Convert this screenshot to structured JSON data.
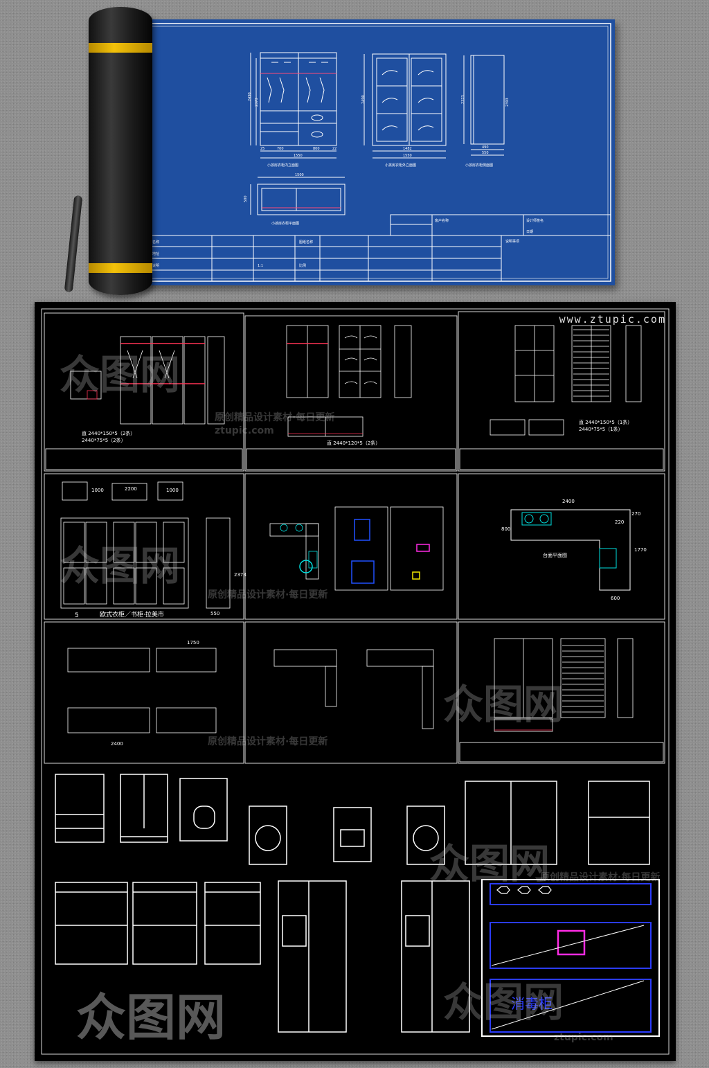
{
  "scroll": {
    "sheet_color": "#1f4fa0",
    "line_color": "#ffffff",
    "drawing_titles": [
      "小孩房衣柜内立面图",
      "小孩房衣柜外立面图",
      "小孩房衣柜侧面图",
      "小孩房衣柜平面图"
    ],
    "dims": {
      "height_outer": "2490",
      "height_inner": "2373",
      "width_total": "1550",
      "width_left": "700",
      "width_right": "800",
      "side_a": "25",
      "side_b": "22",
      "door_width": "1482",
      "door_total": "1550",
      "side_height": "2373",
      "side_height_inner": "2393",
      "side_width": "490",
      "side_width_inner": "550",
      "plan_width": "1500",
      "plan_depth": "500"
    },
    "title_block": {
      "labels": [
        "客户名称",
        "设计师签名",
        "日期",
        "说明事项"
      ],
      "rows": [
        "项目名称",
        "工程地址",
        "材料说明",
        "图纸名称",
        "比例",
        "1:1"
      ]
    }
  },
  "panel": {
    "background": "#000000",
    "site_url": "www.ztupic.com",
    "watermark_brand": "众图网",
    "watermark_slogan": "原创精品设计素材·每日更新",
    "watermark_url": "ztupic.com",
    "labels": {
      "cab1_a": "直 2440*150*5（2条）",
      "cab1_b": "2440*75*5（2条）",
      "cab2": "直 2440*120*5（2条）",
      "cab3": "直 2440*150*5（1条）",
      "cab3_b": "2440*75*5（1条）",
      "bookcase_title": "欧式衣柜／书柜·拉美市",
      "bookcase_num": "5",
      "kitchen_w": "2400",
      "kitchen_a": "270",
      "kitchen_b": "220",
      "kitchen_h": "1770",
      "kitchen_c": "600",
      "kitchen_d": "800",
      "kitchen_plan": "台面平面图",
      "dim_1000": "1000",
      "dim_2200": "2200",
      "dim_1750": "1750",
      "dim_2400": "2400",
      "dim_2373": "2373",
      "dim_550": "550",
      "sterilizer": "消毒柜"
    }
  }
}
